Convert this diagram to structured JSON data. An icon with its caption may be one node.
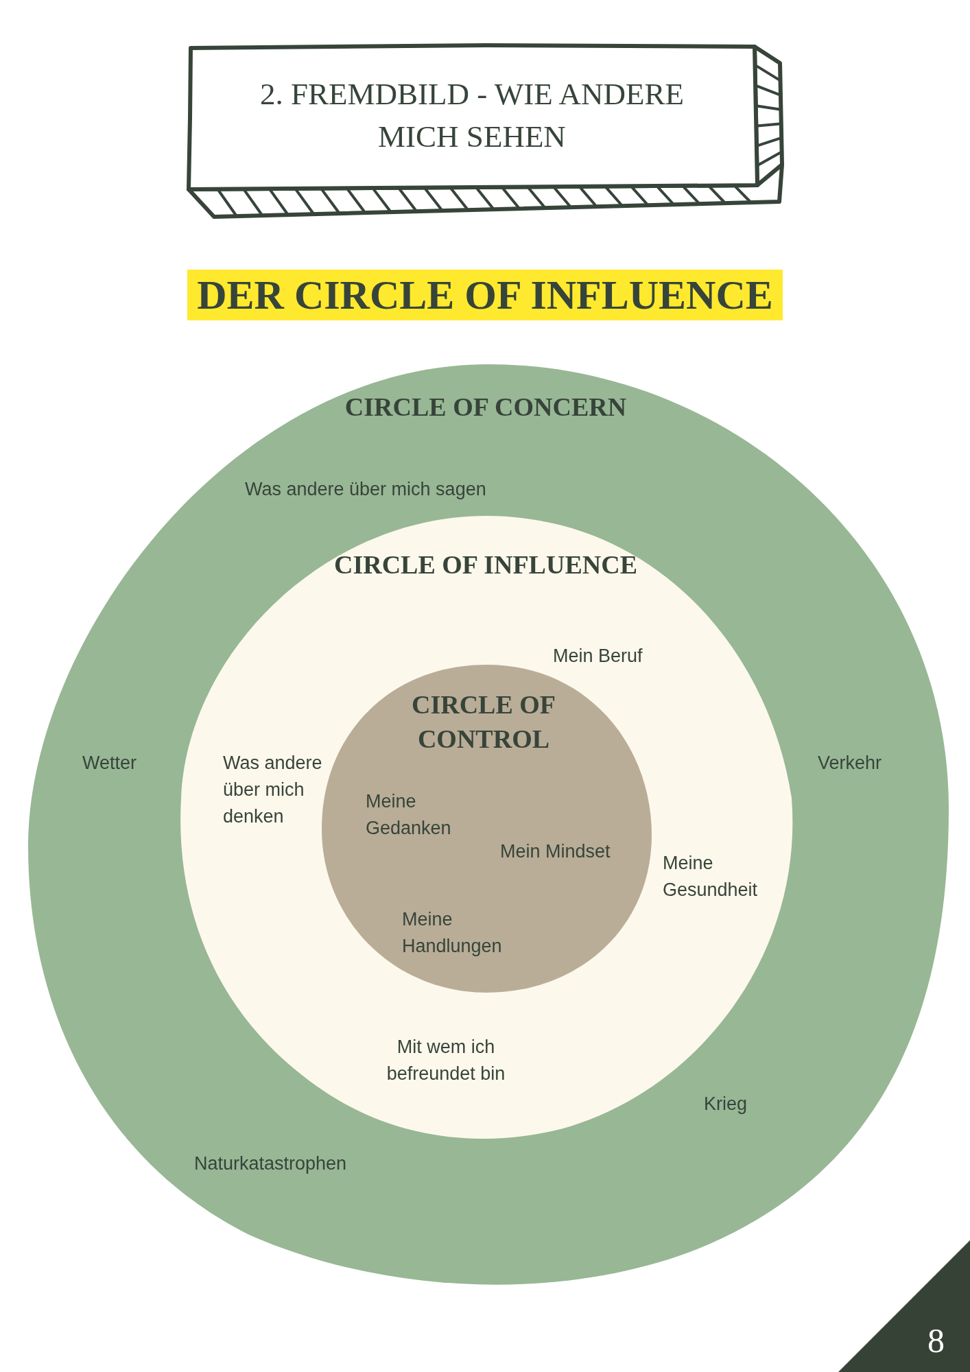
{
  "diagram": {
    "title": "2. FREMDBILD - WIE ANDERE MICH SEHEN",
    "nodes": [
      {
        "text": [
          "CIRCLE OF CONCERN",
          "Was andere über mich sagen",
          "Wetter",
          "Verkehr",
          "Krieg",
          "Naturkatastrophen"
        ]
      },
      {
        "text": [
          "CIRCLE OF INFLUENCE",
          "Mein Beruf",
          "Was andere über mich denken",
          "Meine Gesundheit",
          "Mit wem ich befreundet bin"
        ],
        "in": 0
      },
      {
        "text": [
          "CIRCLE OF CONTROL",
          "Meine Gedanken",
          "Mein Mindset",
          "Meine Handlungen"
        ],
        "in": 1
      }
    ],
    "labels": [
      "DER CIRCLE OF INFLUENCE",
      "8"
    ]
  }
}
